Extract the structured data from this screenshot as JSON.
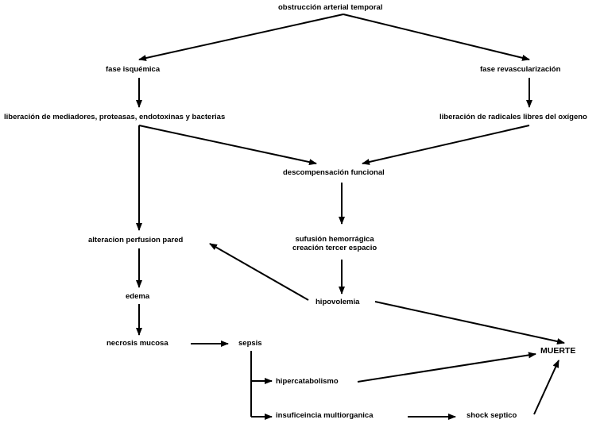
{
  "colors": {
    "background": "#ffffff",
    "ink": "#000000"
  },
  "nodes": {
    "obstruccion": "obstrucción arterial temporal",
    "fase_isquemica": "fase isquémica",
    "fase_revascularizacion": "fase revascularización",
    "liberacion_mediadores": "liberación de mediadores, proteasas, endotoxinas y bacterias",
    "liberacion_radicales": "liberación de radicales libres del oxígeno",
    "descompensacion": "descompensación funcional",
    "alteracion_perfusion": "alteracion perfusion pared",
    "sufusion_line1": "sufusión hemorrágica",
    "sufusion_line2": "creación tercer espacio",
    "hipovolemia": "hipovolemia",
    "edema": "edema",
    "necrosis": "necrosis mucosa",
    "sepsis": "sepsis",
    "muerte": "MUERTE",
    "hipercatabolismo": "hipercatabolismo",
    "insuficiencia": "insuficeincia multiorganica",
    "shock": "shock septico"
  }
}
